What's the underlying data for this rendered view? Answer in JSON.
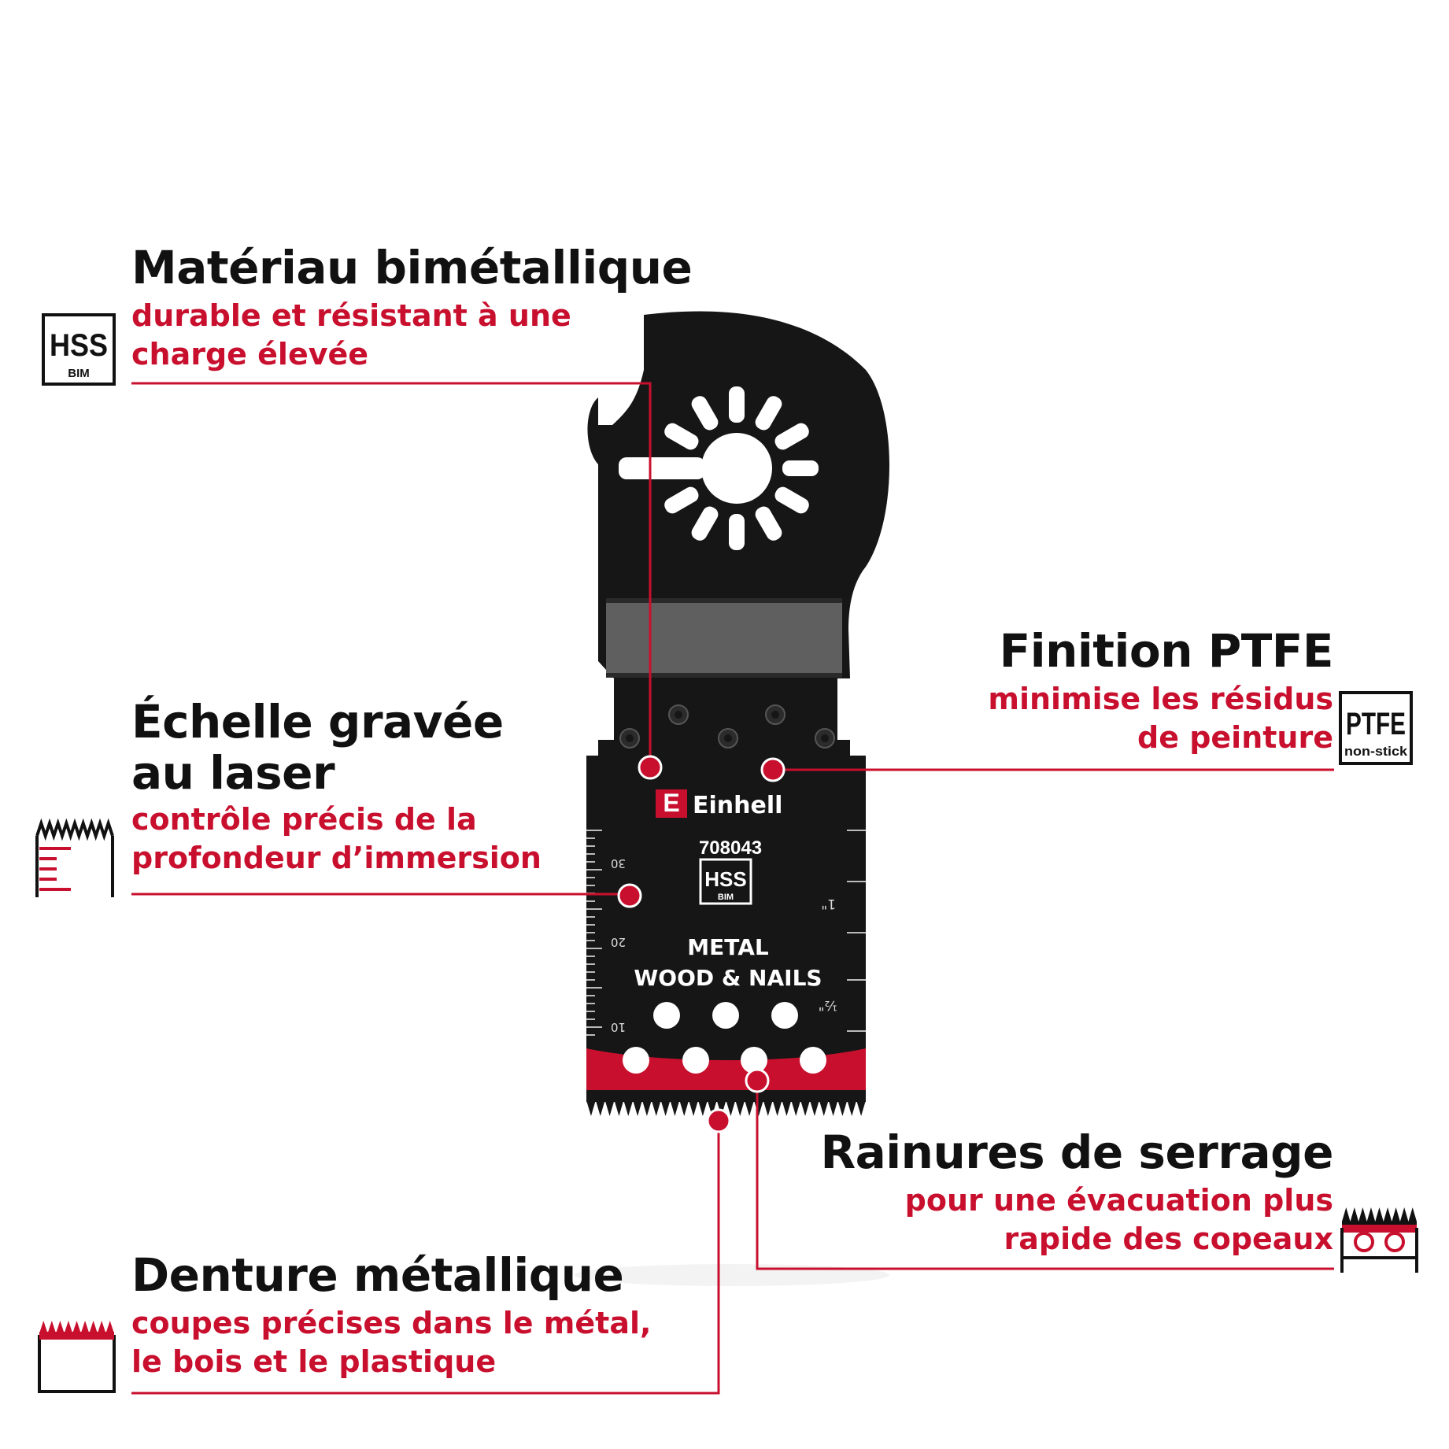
{
  "colors": {
    "accent": "#c8102e",
    "text": "#111111",
    "blade": "#161616",
    "background": "#ffffff"
  },
  "features": {
    "bimetal": {
      "title": "Matériau bimétallique",
      "line1": "durable et résistant à une",
      "line2": "charge élevée",
      "icon": "hss-bim-icon",
      "icon_top": "HSS",
      "icon_bottom": "BIM"
    },
    "scale": {
      "title1": "Échelle gravée",
      "title2": "au laser",
      "line1": "contrôle précis de la",
      "line2": "profondeur d’immersion",
      "icon": "depth-scale-icon"
    },
    "teeth": {
      "title": "Denture métallique",
      "line1": "coupes précises dans le métal,",
      "line2": "le bois et le plastique",
      "icon": "metal-teeth-icon"
    },
    "ptfe": {
      "title": "Finition PTFE",
      "line1": "minimise les résidus",
      "line2": "de peinture",
      "icon": "ptfe-nonstick-icon",
      "icon_top": "PTFE",
      "icon_bottom": "non-stick"
    },
    "grooves": {
      "title": "Rainures de serrage",
      "line1": "pour une évacuation plus",
      "line2": "rapide des copeaux",
      "icon": "clamping-grooves-icon"
    }
  },
  "blade": {
    "brand": "Einhell",
    "article": "708043",
    "badge_top": "HSS",
    "badge_bottom": "BIM",
    "label1": "METAL",
    "label2": "WOOD & NAILS",
    "scale_30": "30",
    "scale_20": "20",
    "scale_10": "10",
    "inch_1": "1\"",
    "inch_half": "½\""
  }
}
